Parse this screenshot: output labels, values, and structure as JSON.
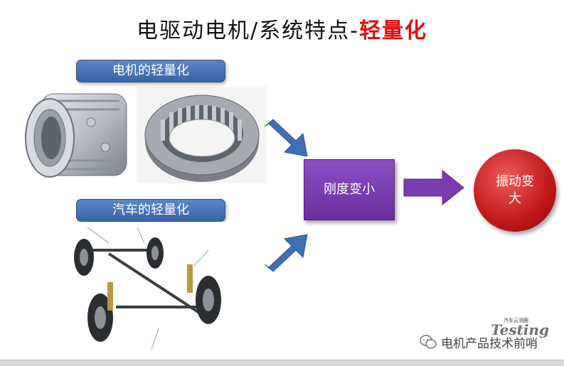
{
  "slide": {
    "title_main": "电驱动电机/系统特点-",
    "title_highlight": "轻量化",
    "motor_label": "电机的轻量化",
    "car_label": "汽车的轻量化",
    "stiffness_box": "刚度变小",
    "vibration_circle": "振动变大"
  },
  "watermark": {
    "text": "电机产品技术前哨",
    "logo": "Testing",
    "logo_small": "汽车云测圈"
  },
  "colors": {
    "title_highlight": "#e01010",
    "label_box": "#4a74b8",
    "stiffness_box": "#7a3db0",
    "vibration_circle": "#c01818",
    "arrow_blue": "#3f6fb5",
    "arrow_purple": "#7a3db0"
  },
  "icons": {
    "wechat": "wechat-icon"
  }
}
